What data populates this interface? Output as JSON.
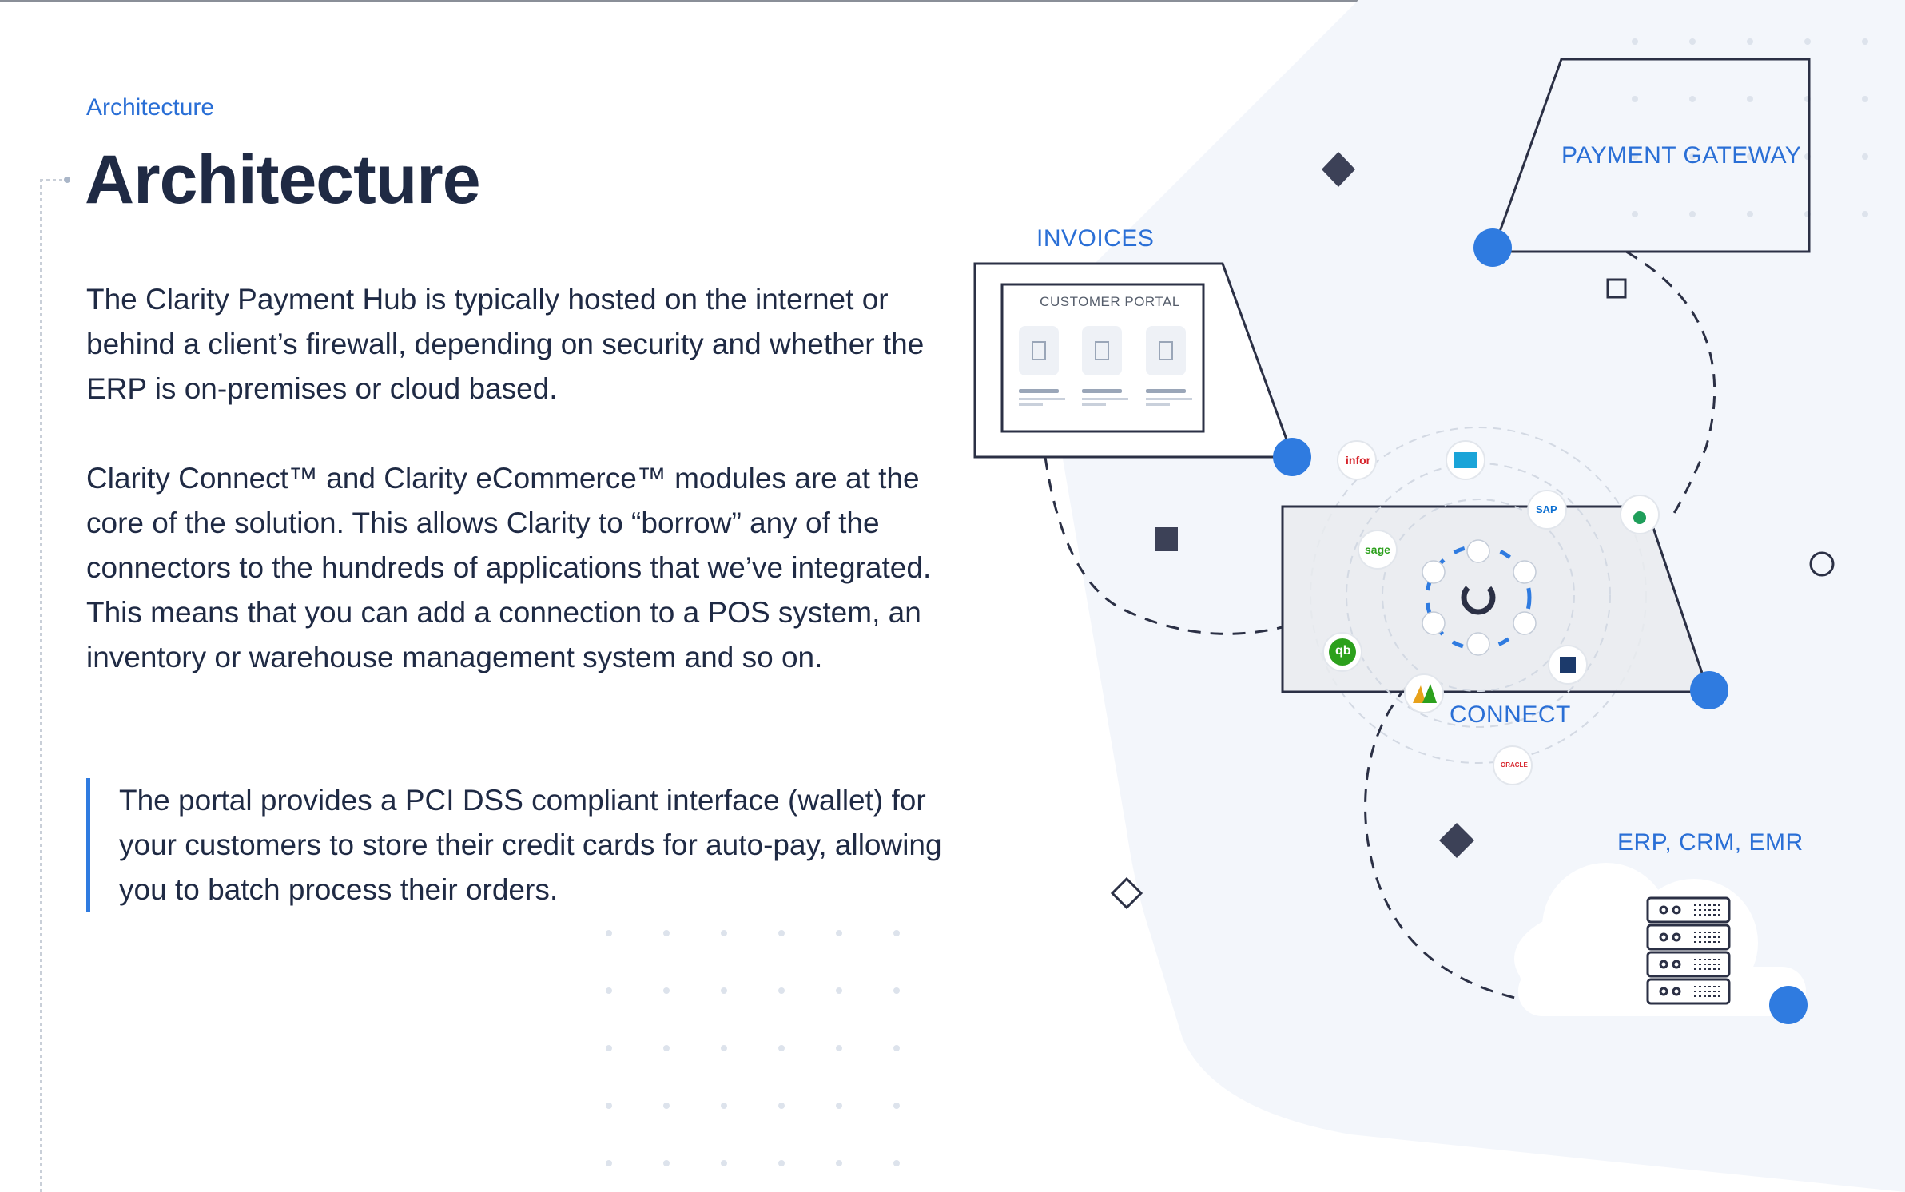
{
  "breadcrumb": "Architecture",
  "page_title": "Architecture",
  "paragraphs": [
    "The Clarity Payment Hub is typically hosted on the internet or behind a client’s firewall, depending on security and whether the ERP is on-premises or cloud based.",
    "Clarity Connect™ and Clarity eCommerce™ modules are at the core of the solution. This allows Clarity to “borrow” any of the connectors to the hundreds of applications that we’ve integrated. This means that you can add a connection to a POS system, an inventory or warehouse management system and so on."
  ],
  "quote": "The portal provides a PCI DSS compliant interface (wallet) for your customers to store their credit cards for auto-pay, allowing you to batch process their orders.",
  "diagram": {
    "payment_gateway": "PAYMENT GATEWAY",
    "invoices": "INVOICES",
    "customer_portal": "CUSTOMER PORTAL",
    "connect": "CONNECT",
    "erp": "ERP, CRM, EMR",
    "logos": {
      "infor": "infor",
      "sage": "sage",
      "sap": "SAP",
      "qb": "qb",
      "oracle": "ORACLE"
    }
  },
  "colors": {
    "accent": "#2a6fd6",
    "node_blue": "#2f7be0",
    "text_dark": "#1f2a44",
    "shape_dark": "#3c4157",
    "bg_panel": "#f3f6fb"
  }
}
